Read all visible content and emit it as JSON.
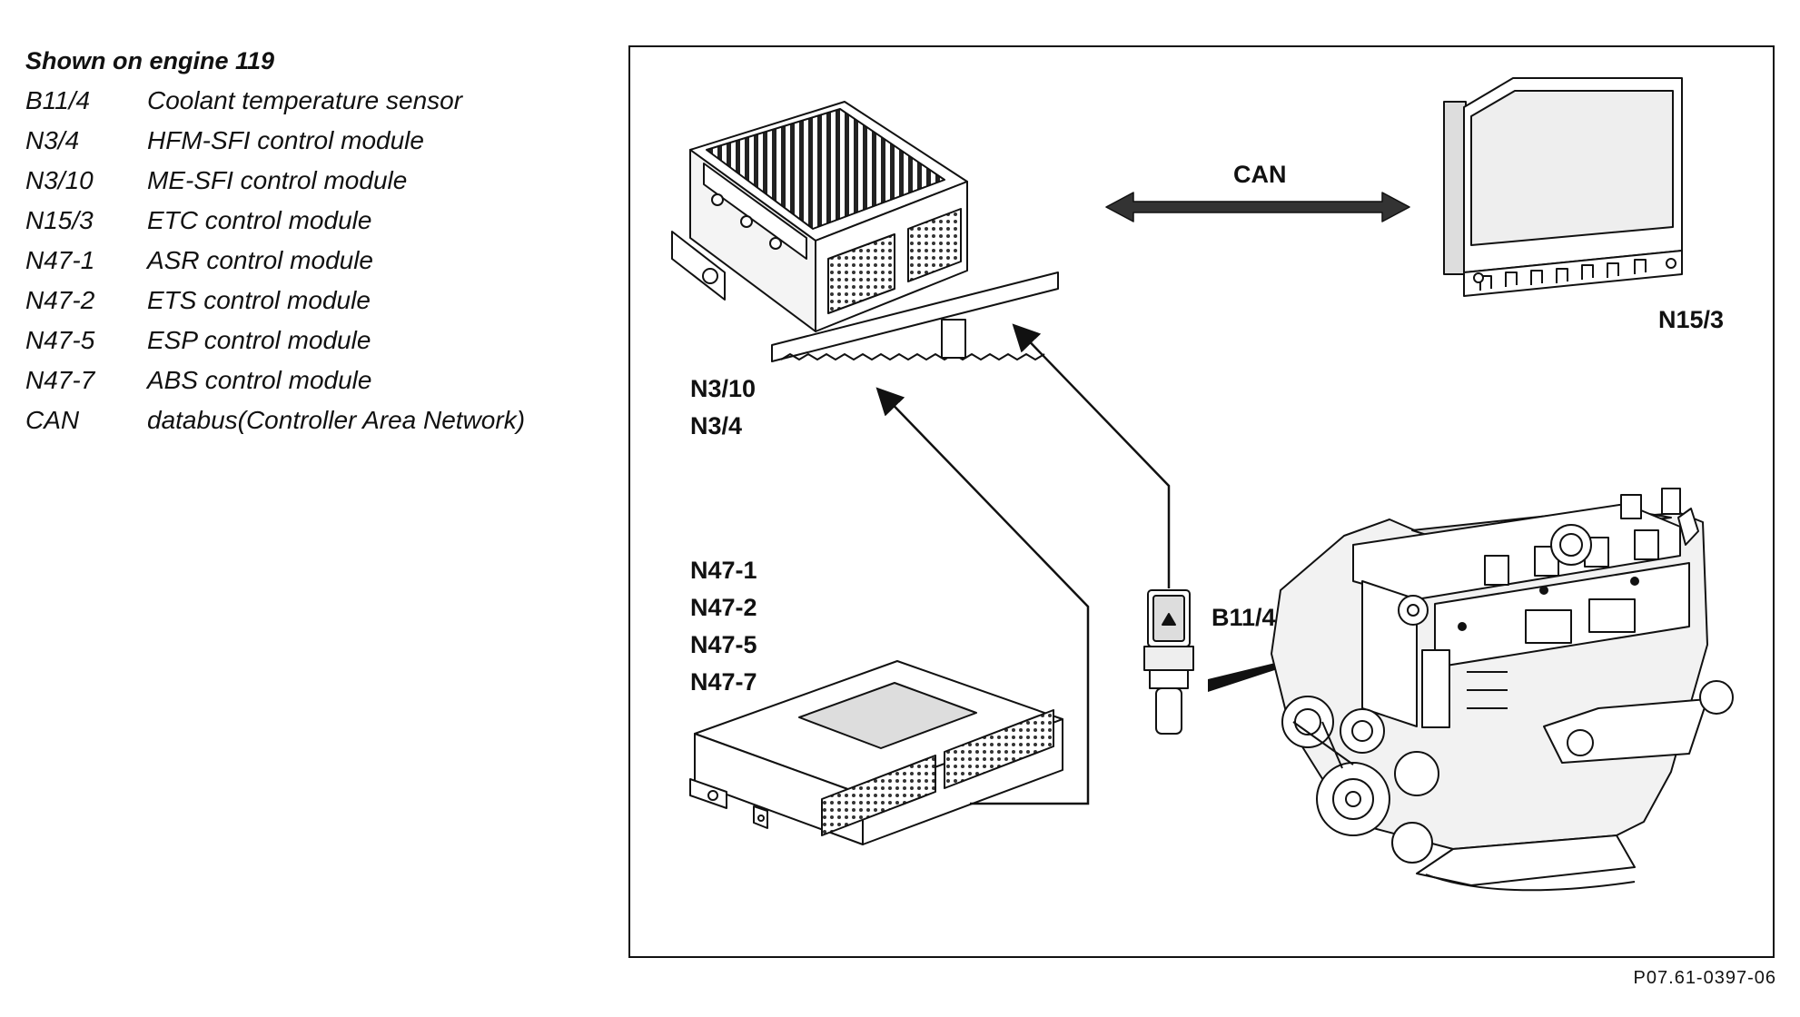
{
  "legend": {
    "title": "Shown on engine 119",
    "items": [
      {
        "code": "B11/4",
        "description": "Coolant temperature sensor"
      },
      {
        "code": "N3/4",
        "description": "HFM-SFI control module"
      },
      {
        "code": "N3/10",
        "description": "ME-SFI control module"
      },
      {
        "code": "N15/3",
        "description": "ETC control module"
      },
      {
        "code": "N47-1",
        "description": "ASR control module"
      },
      {
        "code": "N47-2",
        "description": "ETS control module"
      },
      {
        "code": "N47-5",
        "description": "ESP control module"
      },
      {
        "code": "N47-7",
        "description": "ABS control module"
      },
      {
        "code": "CAN",
        "description": "databus(Controller Area Network)"
      }
    ]
  },
  "diagram": {
    "can_label": "CAN",
    "me_module_labels": [
      "N3/10",
      "N3/4"
    ],
    "etc_module_label": "N15/3",
    "abs_module_labels": [
      "N47-1",
      "N47-2",
      "N47-5",
      "N47-7"
    ],
    "sensor_label": "B11/4"
  },
  "figure_ref": "P07.61-0397-06"
}
